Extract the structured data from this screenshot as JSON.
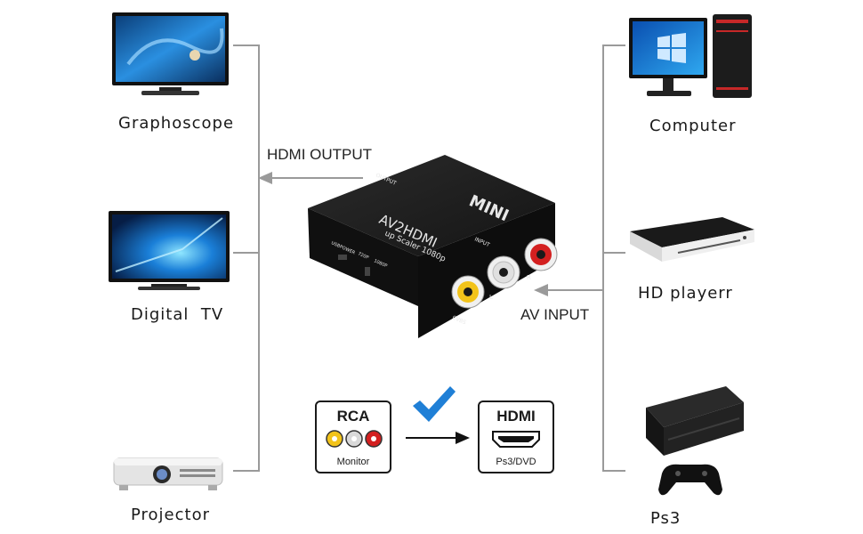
{
  "left_devices": [
    {
      "label": "Graphoscope",
      "icon": "tv-icon"
    },
    {
      "label": "Digital  TV",
      "icon": "tv-icon"
    },
    {
      "label": "Projector",
      "icon": "projector-icon"
    }
  ],
  "right_devices": [
    {
      "label": "Computer",
      "icon": "desktop-computer-icon"
    },
    {
      "label": "HD playerr",
      "icon": "dvd-player-icon"
    },
    {
      "label": "Ps3",
      "icon": "game-console-icon"
    }
  ],
  "arrows": {
    "output": "HDMI OUTPUT",
    "input": "AV INPUT"
  },
  "converter": {
    "brand": "MINI",
    "model": "AV2HDMI",
    "subtitle": "up Scaler 1080p",
    "output_port": "OUTPUT",
    "input_port": "INPUT",
    "usb_label": "USBPOWER",
    "res_720": "720P",
    "res_1080": "1080P",
    "left_label": "L",
    "right_label": "R",
    "cvbs_label": "CVBS"
  },
  "conversion": {
    "source_title": "RCA",
    "source_sub": "Monitor",
    "target_title": "HDMI",
    "target_sub": "Ps3/DVD"
  },
  "colors": {
    "line": "#9a9a9a",
    "check": "#1f7fd6",
    "rca_yellow": "#f2c31a",
    "rca_white": "#d9d9d9",
    "rca_red": "#d32020"
  }
}
